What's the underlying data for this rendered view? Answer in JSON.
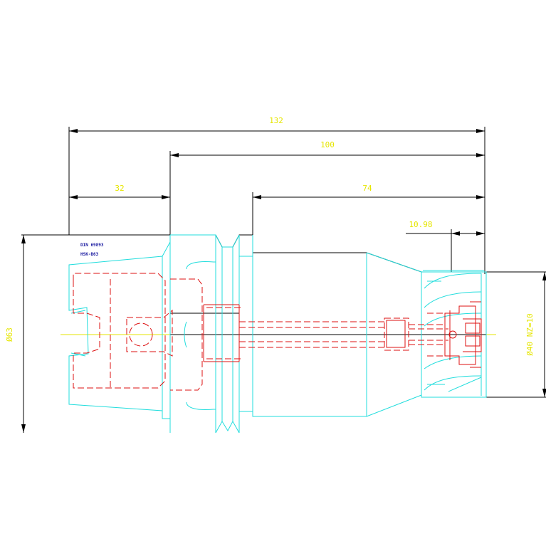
{
  "drawing": {
    "colors": {
      "outline": "#000000",
      "tool_body": "#22dddd",
      "hidden_parts": "#dd1111",
      "dimension_text": "#e6e600",
      "spec_text": "#1a1aa0"
    },
    "spec_labels": [
      "DIN 69893",
      "HSK-B63"
    ],
    "dimensions": {
      "total_length": "132",
      "length_100": "100",
      "length_32": "32",
      "length_74": "74",
      "length_10_98": "10.98",
      "diameter_63": "Ø63",
      "diameter_40": "Ø40 NZ=10"
    }
  }
}
